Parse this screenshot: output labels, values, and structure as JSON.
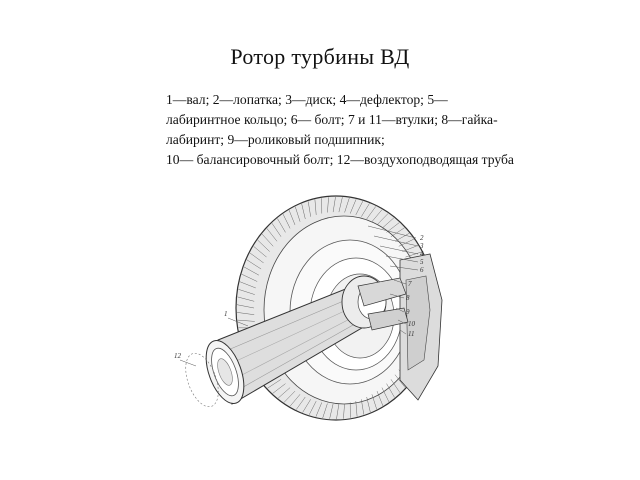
{
  "slide": {
    "title": "Ротор турбины ВД",
    "legend_lines": [
      "1—вал; 2—лопатка; 3—диск; 4—дефлектор; 5—",
      "лабиринтное кольцо; 6— болт; 7 и 11—втулки; 8—гайка-",
      "лабиринт; 9—роликовый подшипник;",
      "10— балансировочный болт; 12—воздухоподводящая труба"
    ]
  },
  "figure": {
    "callouts": [
      "2",
      "3",
      "4",
      "5",
      "6",
      "7",
      "8",
      "9",
      "10",
      "11",
      "1",
      "12"
    ]
  }
}
